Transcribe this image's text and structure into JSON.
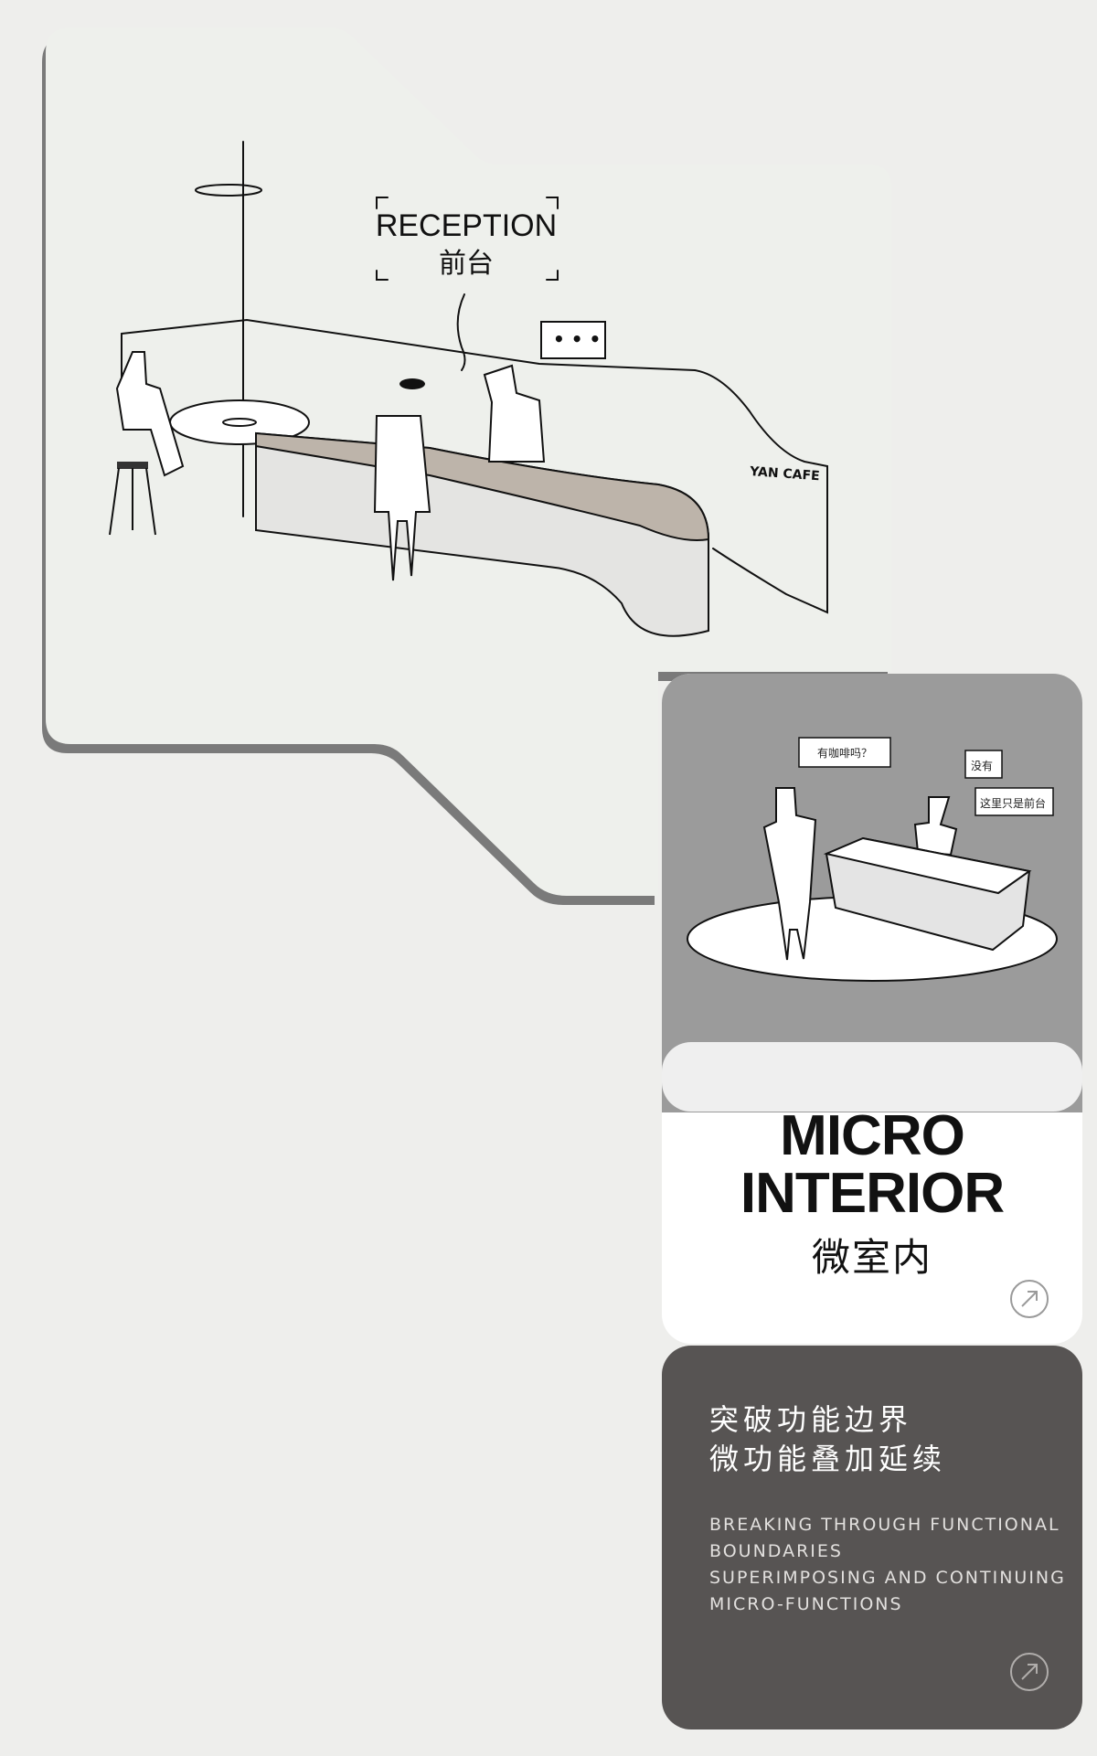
{
  "hero": {
    "label_en": "RECEPTION",
    "label_cn": "前台",
    "speech": "• • •",
    "sign": "YAN CAFE"
  },
  "micro_card": {
    "bubbles": [
      "有咖啡吗？",
      "没有",
      "这里只是前台"
    ],
    "title_line1": "MICRO",
    "title_line2": "INTERIOR",
    "title_cn": "微室内",
    "link_icon": "arrow-up-right-icon"
  },
  "info_card": {
    "heading_cn": [
      "突破功能边界",
      "微功能叠加延续"
    ],
    "body_en": [
      "BREAKING THROUGH FUNCTIONAL",
      "BOUNDARIES",
      "SUPERIMPOSING AND CONTINUING",
      "MICRO-FUNCTIONS"
    ],
    "link_icon": "arrow-up-right-icon"
  },
  "colors": {
    "background": "#eeeeec",
    "gray_panel": "#9b9b9b",
    "dark_panel": "#575453",
    "counter": "#bdb4aa"
  }
}
